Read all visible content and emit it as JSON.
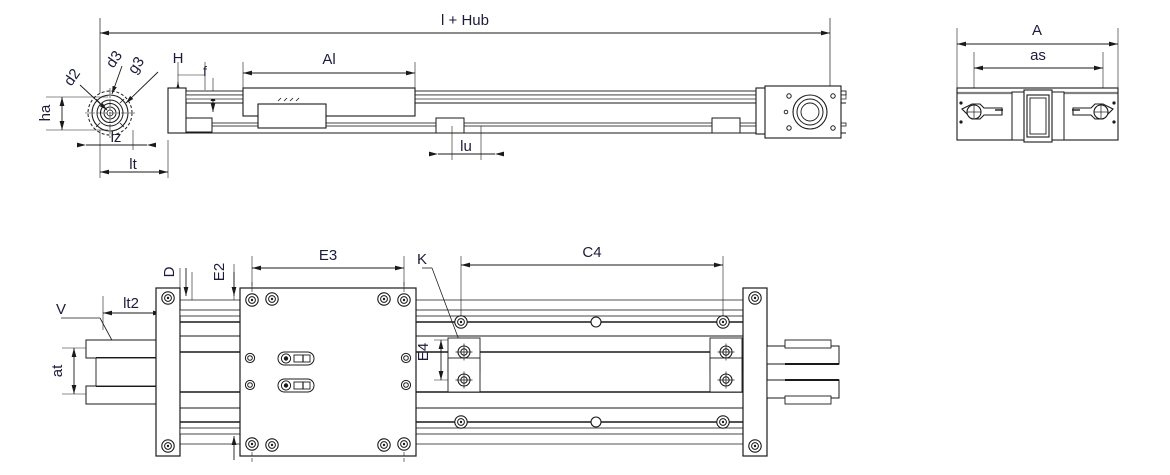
{
  "drawing": {
    "title": "Linear actuator technical drawing",
    "views": [
      {
        "name": "top-elevation-view",
        "id": "view-top"
      },
      {
        "name": "right-section-view",
        "id": "view-right"
      },
      {
        "name": "bottom-plan-view",
        "id": "view-bottom"
      }
    ],
    "line_color": "#1a1a1a",
    "label_color": "#1b1b3a",
    "fill_color": "#ffffff"
  },
  "dimensions": {
    "overall_length": "l + Hub",
    "carriage_length": "Al",
    "flange_bore": "d2",
    "bolt_circle": "d3",
    "pilot_diameter": "g3",
    "housing_height": "H",
    "rail_offset": "f",
    "shaft_height": "ha",
    "flange_thickness": "lz",
    "end_length": "lt",
    "slot_width": "lu",
    "profile_width": "A",
    "slot_spacing": "as",
    "end_plate_thickness": "D",
    "edge_offset_e2": "E2",
    "plate_length_e3": "E3",
    "hole_offset_e4": "E4",
    "hole_spacing_c4": "C4",
    "hole_callout_k": "K",
    "end_length_lt2": "lt2",
    "slot_height_at": "at",
    "detail_callout_v": "V"
  },
  "labels": {
    "l_hub": "l + Hub",
    "al": "Al",
    "d2": "d2",
    "d3": "d3",
    "g3": "g3",
    "h": "H",
    "f": "f",
    "ha": "ha",
    "lz": "lz",
    "lt": "lt",
    "lu": "lu",
    "a": "A",
    "as": "as",
    "d": "D",
    "e2": "E2",
    "e3": "E3",
    "e4": "E4",
    "c4": "C4",
    "k": "K",
    "lt2": "lt2",
    "at": "at",
    "v": "V"
  }
}
